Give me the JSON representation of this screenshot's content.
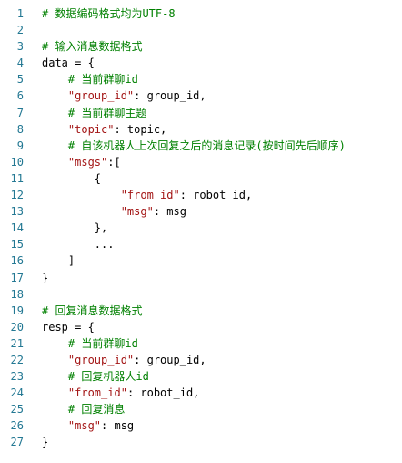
{
  "editor": {
    "colors": {
      "line_number": "#237893",
      "comment": "#008000",
      "string": "#a31515",
      "text": "#000000",
      "background": "#ffffff"
    },
    "lines": [
      {
        "num": "1",
        "indent": "",
        "parts": [
          {
            "t": "comment",
            "v": "# 数据编码格式均为UTF-8"
          }
        ]
      },
      {
        "num": "2",
        "indent": "",
        "parts": []
      },
      {
        "num": "3",
        "indent": "",
        "parts": [
          {
            "t": "comment",
            "v": "# 输入消息数据格式"
          }
        ]
      },
      {
        "num": "4",
        "indent": "",
        "parts": [
          {
            "t": "plain",
            "v": "data = {"
          }
        ]
      },
      {
        "num": "5",
        "indent": "    ",
        "parts": [
          {
            "t": "comment",
            "v": "# 当前群聊id"
          }
        ]
      },
      {
        "num": "6",
        "indent": "    ",
        "parts": [
          {
            "t": "str",
            "v": "\"group_id\""
          },
          {
            "t": "plain",
            "v": ": group_id,"
          }
        ]
      },
      {
        "num": "7",
        "indent": "    ",
        "parts": [
          {
            "t": "comment",
            "v": "# 当前群聊主题"
          }
        ]
      },
      {
        "num": "8",
        "indent": "    ",
        "parts": [
          {
            "t": "str",
            "v": "\"topic\""
          },
          {
            "t": "plain",
            "v": ": topic,"
          }
        ]
      },
      {
        "num": "9",
        "indent": "    ",
        "parts": [
          {
            "t": "comment",
            "v": "# 自该机器人上次回复之后的消息记录(按时间先后顺序)"
          }
        ]
      },
      {
        "num": "10",
        "indent": "    ",
        "parts": [
          {
            "t": "str",
            "v": "\"msgs\""
          },
          {
            "t": "plain",
            "v": ":["
          }
        ]
      },
      {
        "num": "11",
        "indent": "        ",
        "parts": [
          {
            "t": "plain",
            "v": "{"
          }
        ]
      },
      {
        "num": "12",
        "indent": "            ",
        "parts": [
          {
            "t": "str",
            "v": "\"from_id\""
          },
          {
            "t": "plain",
            "v": ": robot_id,"
          }
        ]
      },
      {
        "num": "13",
        "indent": "            ",
        "parts": [
          {
            "t": "str",
            "v": "\"msg\""
          },
          {
            "t": "plain",
            "v": ": msg"
          }
        ]
      },
      {
        "num": "14",
        "indent": "        ",
        "parts": [
          {
            "t": "plain",
            "v": "},"
          }
        ]
      },
      {
        "num": "15",
        "indent": "        ",
        "parts": [
          {
            "t": "plain",
            "v": "..."
          }
        ]
      },
      {
        "num": "16",
        "indent": "    ",
        "parts": [
          {
            "t": "plain",
            "v": "]"
          }
        ]
      },
      {
        "num": "17",
        "indent": "",
        "parts": [
          {
            "t": "plain",
            "v": "}"
          }
        ]
      },
      {
        "num": "18",
        "indent": "",
        "parts": []
      },
      {
        "num": "19",
        "indent": "",
        "parts": [
          {
            "t": "comment",
            "v": "# 回复消息数据格式"
          }
        ]
      },
      {
        "num": "20",
        "indent": "",
        "parts": [
          {
            "t": "plain",
            "v": "resp = {"
          }
        ]
      },
      {
        "num": "21",
        "indent": "    ",
        "parts": [
          {
            "t": "comment",
            "v": "# 当前群聊id"
          }
        ]
      },
      {
        "num": "22",
        "indent": "    ",
        "parts": [
          {
            "t": "str",
            "v": "\"group_id\""
          },
          {
            "t": "plain",
            "v": ": group_id,"
          }
        ]
      },
      {
        "num": "23",
        "indent": "    ",
        "parts": [
          {
            "t": "comment",
            "v": "# 回复机器人id"
          }
        ]
      },
      {
        "num": "24",
        "indent": "    ",
        "parts": [
          {
            "t": "str",
            "v": "\"from_id\""
          },
          {
            "t": "plain",
            "v": ": robot_id,"
          }
        ]
      },
      {
        "num": "25",
        "indent": "    ",
        "parts": [
          {
            "t": "comment",
            "v": "# 回复消息"
          }
        ]
      },
      {
        "num": "26",
        "indent": "    ",
        "parts": [
          {
            "t": "str",
            "v": "\"msg\""
          },
          {
            "t": "plain",
            "v": ": msg"
          }
        ]
      },
      {
        "num": "27",
        "indent": "",
        "parts": [
          {
            "t": "plain",
            "v": "}"
          }
        ]
      }
    ]
  }
}
